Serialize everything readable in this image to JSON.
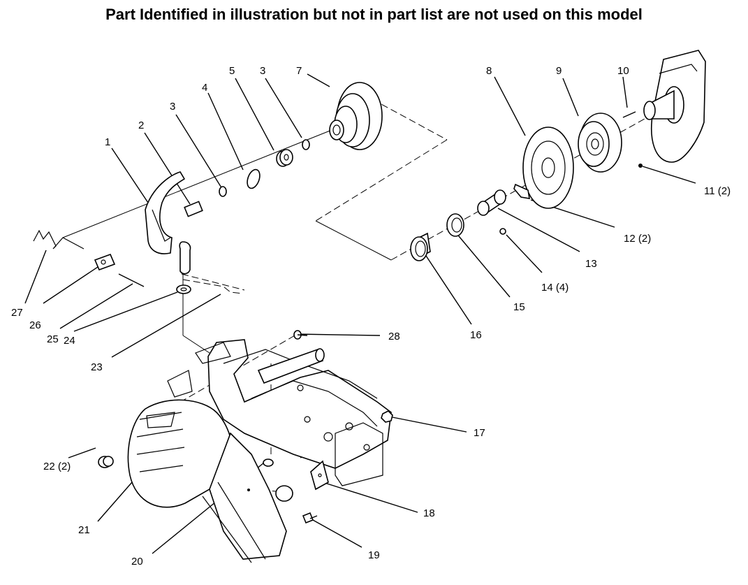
{
  "title": "Part Identified in illustration but not in part list are not used on this model",
  "callouts": {
    "c1": "1",
    "c2": "2",
    "c3a": "3",
    "c3b": "3",
    "c4": "4",
    "c5": "5",
    "c7": "7",
    "c8": "8",
    "c9": "9",
    "c10": "10",
    "c11": "11 (2)",
    "c12": "12 (2)",
    "c13": "13",
    "c14": "14 (4)",
    "c15": "15",
    "c16": "16",
    "c17": "17",
    "c18": "18",
    "c19": "19",
    "c20": "20",
    "c21": "21",
    "c22": "22 (2)",
    "c23": "23",
    "c24": "24",
    "c25": "25",
    "c26": "26",
    "c27": "27",
    "c28": "28"
  }
}
